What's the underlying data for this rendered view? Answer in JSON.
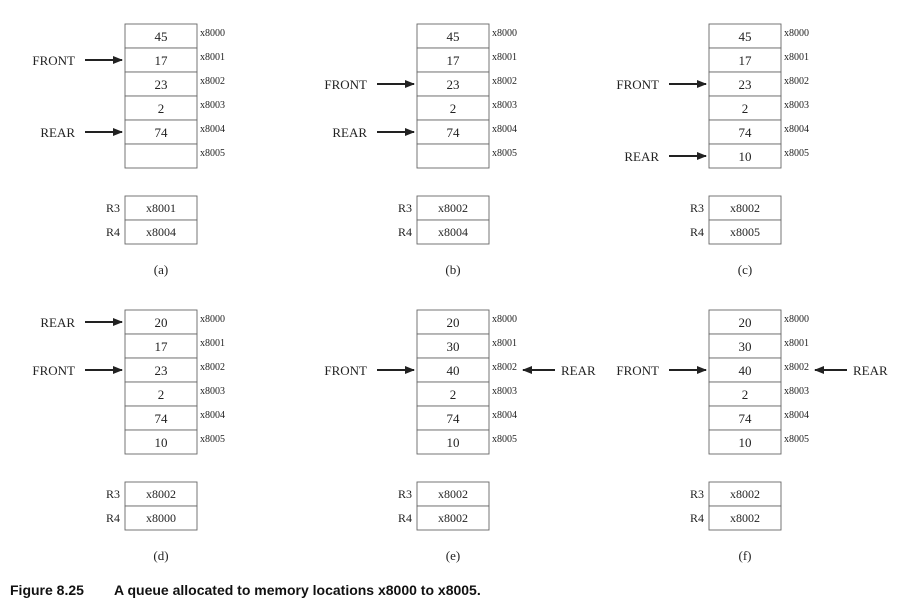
{
  "figure": {
    "caption_number": "Figure 8.25",
    "caption_text": "A queue allocated to memory locations x8000 to x8005."
  },
  "diagrams": [
    {
      "label": "(a)",
      "cells": [
        {
          "value": "45",
          "address": "x8000"
        },
        {
          "value": "17",
          "address": "x8001"
        },
        {
          "value": "23",
          "address": "x8002"
        },
        {
          "value": "2",
          "address": "x8003"
        },
        {
          "value": "74",
          "address": "x8004"
        },
        {
          "value": "",
          "address": "x8005"
        }
      ],
      "pointers": [
        {
          "name": "FRONT",
          "cell": 1,
          "side": "left"
        },
        {
          "name": "REAR",
          "cell": 4,
          "side": "left"
        }
      ],
      "registers": [
        {
          "name": "R3",
          "value": "x8001"
        },
        {
          "name": "R4",
          "value": "x8004"
        }
      ]
    },
    {
      "label": "(b)",
      "cells": [
        {
          "value": "45",
          "address": "x8000"
        },
        {
          "value": "17",
          "address": "x8001"
        },
        {
          "value": "23",
          "address": "x8002"
        },
        {
          "value": "2",
          "address": "x8003"
        },
        {
          "value": "74",
          "address": "x8004"
        },
        {
          "value": "",
          "address": "x8005"
        }
      ],
      "pointers": [
        {
          "name": "FRONT",
          "cell": 2,
          "side": "left"
        },
        {
          "name": "REAR",
          "cell": 4,
          "side": "left"
        }
      ],
      "registers": [
        {
          "name": "R3",
          "value": "x8002"
        },
        {
          "name": "R4",
          "value": "x8004"
        }
      ]
    },
    {
      "label": "(c)",
      "cells": [
        {
          "value": "45",
          "address": "x8000"
        },
        {
          "value": "17",
          "address": "x8001"
        },
        {
          "value": "23",
          "address": "x8002"
        },
        {
          "value": "2",
          "address": "x8003"
        },
        {
          "value": "74",
          "address": "x8004"
        },
        {
          "value": "10",
          "address": "x8005"
        }
      ],
      "pointers": [
        {
          "name": "FRONT",
          "cell": 2,
          "side": "left"
        },
        {
          "name": "REAR",
          "cell": 5,
          "side": "left"
        }
      ],
      "registers": [
        {
          "name": "R3",
          "value": "x8002"
        },
        {
          "name": "R4",
          "value": "x8005"
        }
      ]
    },
    {
      "label": "(d)",
      "cells": [
        {
          "value": "20",
          "address": "x8000"
        },
        {
          "value": "17",
          "address": "x8001"
        },
        {
          "value": "23",
          "address": "x8002"
        },
        {
          "value": "2",
          "address": "x8003"
        },
        {
          "value": "74",
          "address": "x8004"
        },
        {
          "value": "10",
          "address": "x8005"
        }
      ],
      "pointers": [
        {
          "name": "REAR",
          "cell": 0,
          "side": "left"
        },
        {
          "name": "FRONT",
          "cell": 2,
          "side": "left"
        }
      ],
      "registers": [
        {
          "name": "R3",
          "value": "x8002"
        },
        {
          "name": "R4",
          "value": "x8000"
        }
      ]
    },
    {
      "label": "(e)",
      "cells": [
        {
          "value": "20",
          "address": "x8000"
        },
        {
          "value": "30",
          "address": "x8001"
        },
        {
          "value": "40",
          "address": "x8002"
        },
        {
          "value": "2",
          "address": "x8003"
        },
        {
          "value": "74",
          "address": "x8004"
        },
        {
          "value": "10",
          "address": "x8005"
        }
      ],
      "pointers": [
        {
          "name": "FRONT",
          "cell": 2,
          "side": "left"
        },
        {
          "name": "REAR",
          "cell": 2,
          "side": "right"
        }
      ],
      "registers": [
        {
          "name": "R3",
          "value": "x8002"
        },
        {
          "name": "R4",
          "value": "x8002"
        }
      ]
    },
    {
      "label": "(f)",
      "cells": [
        {
          "value": "20",
          "address": "x8000"
        },
        {
          "value": "30",
          "address": "x8001"
        },
        {
          "value": "40",
          "address": "x8002"
        },
        {
          "value": "2",
          "address": "x8003"
        },
        {
          "value": "74",
          "address": "x8004"
        },
        {
          "value": "10",
          "address": "x8005"
        }
      ],
      "pointers": [
        {
          "name": "FRONT",
          "cell": 2,
          "side": "left"
        },
        {
          "name": "REAR",
          "cell": 2,
          "side": "right"
        }
      ],
      "registers": [
        {
          "name": "R3",
          "value": "x8002"
        },
        {
          "name": "R4",
          "value": "x8002"
        }
      ]
    }
  ]
}
